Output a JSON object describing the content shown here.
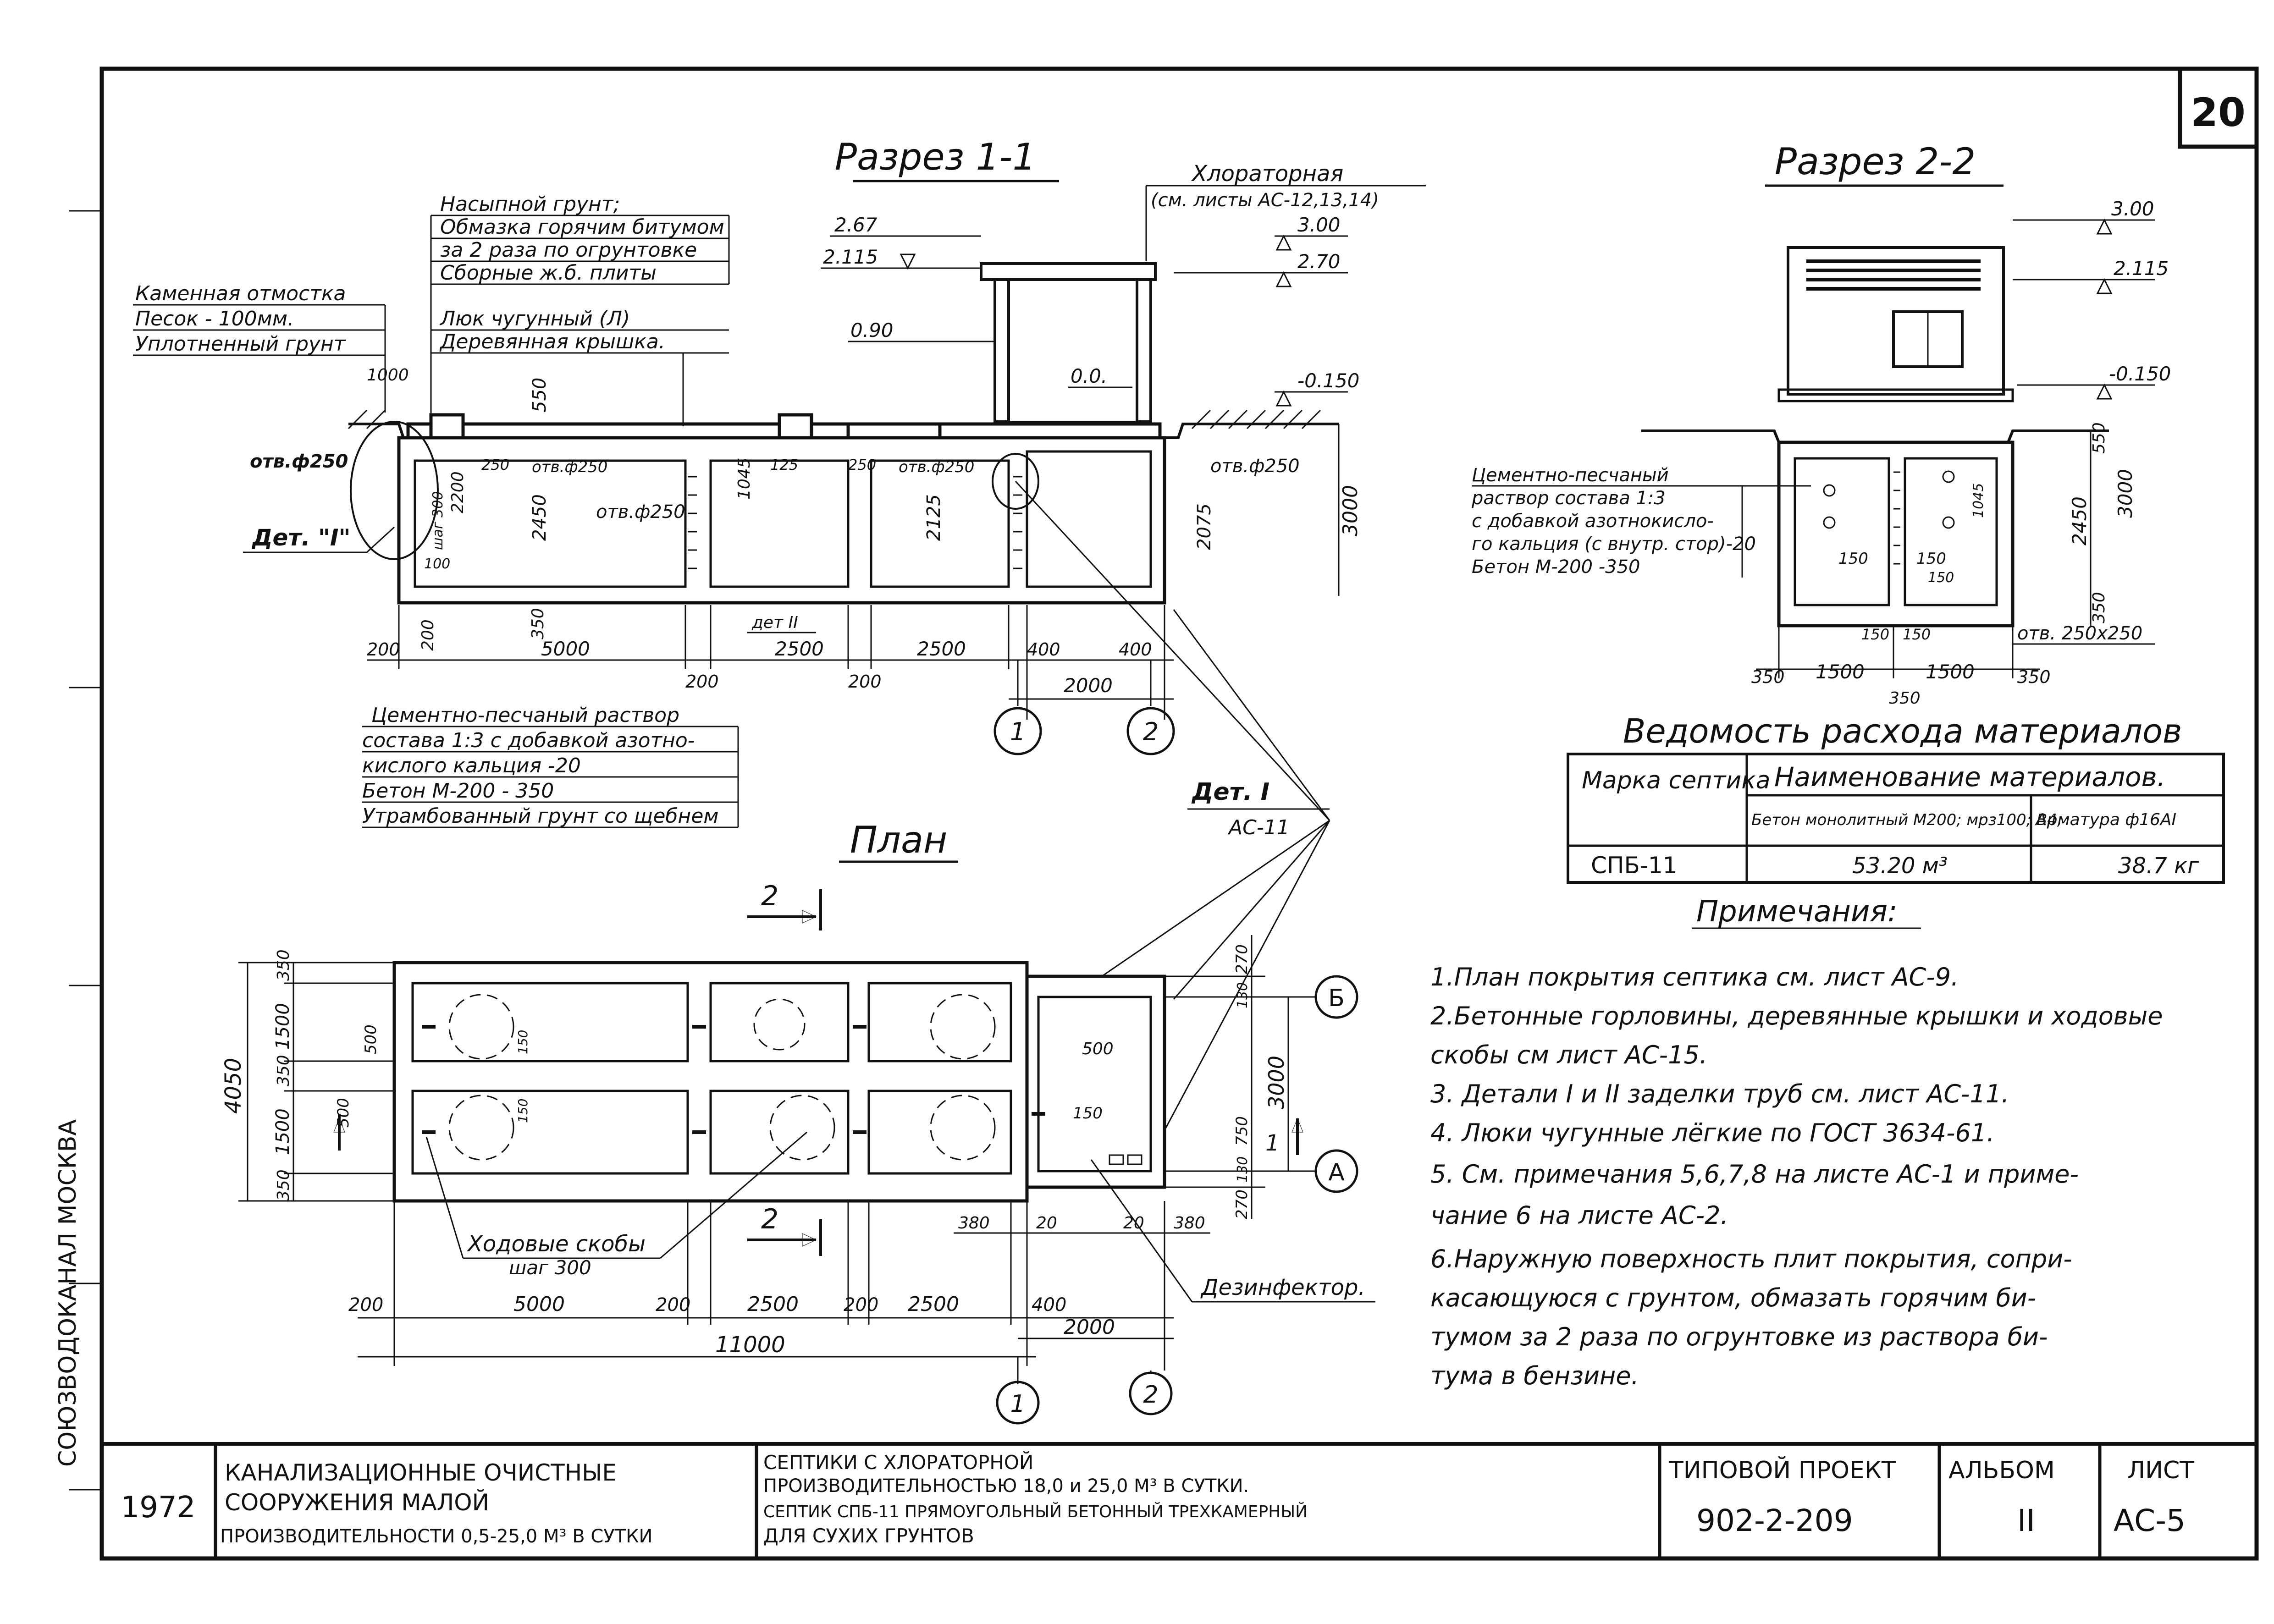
{
  "sheet_number": "20",
  "section_1": {
    "title": "Разрез 1-1",
    "soil_notes": [
      "Насыпной грунт;",
      "Обмазка горячим битумом",
      "за 2 раза по огрунтовке",
      "Сборные ж.б. плиты",
      "Люк чугунный (Л)",
      "Деревянная крышка."
    ],
    "paving_notes": [
      "Каменная отмостка",
      "Песок - 100мм.",
      "Уплотненный грунт"
    ],
    "chlorinator": [
      "Хлораторная",
      "(см. листы АС-12,13,14)"
    ],
    "levels_left": [
      "2.67",
      "2.115",
      "0.90",
      "0.0."
    ],
    "levels_right": [
      "3.00",
      "2.70",
      "-0.150"
    ],
    "openings": [
      "отв.ф250",
      "отв.ф250",
      "отв.ф250",
      "отв.ф250",
      "отв.ф250"
    ],
    "dims_vertical": [
      "550",
      "2200",
      "2450",
      "1045",
      "2125",
      "2075",
      "3000",
      "200",
      "350"
    ],
    "dims_small": [
      "1000",
      "250",
      "125",
      "250",
      "шаг 300",
      "100"
    ],
    "detail_label": "Дет. \"I\"",
    "detail_2": "дет II",
    "dims_bottom": [
      "200",
      "5000",
      "200",
      "2500",
      "200",
      "2500",
      "400",
      "400",
      "2000"
    ],
    "axes": [
      "1",
      "2"
    ],
    "mortar_notes": [
      "Цементно-песчаный раствор",
      "состава 1:3 с добавкой азотно-",
      "кислого кальция -20",
      "Бетон М-200 - 350",
      "Утрамбованный грунт со щебнем"
    ]
  },
  "section_2": {
    "title": "Разрез 2-2",
    "levels": [
      "3.00",
      "2.115",
      "-0.150"
    ],
    "mortar_notes": [
      "Цементно-песчаный",
      "раствор состава 1:3",
      "с добавкой азотнокисло-",
      "го кальция (с внутр. стор)-20",
      "Бетон М-200 -350"
    ],
    "dims_vertical": [
      "550",
      "2450",
      "3000",
      "350"
    ],
    "dims_inner": [
      "150",
      "150",
      "1045",
      "150"
    ],
    "dims_bottom": [
      "350",
      "1500",
      "1500",
      "350",
      "350",
      "150",
      "150"
    ],
    "opening": "отв. 250х250"
  },
  "plan": {
    "title": "План",
    "detail_ref": [
      "Дет. I",
      "АС-11"
    ],
    "section_mark": "2",
    "dims_left": [
      "350",
      "1500",
      "350",
      "1500",
      "350",
      "4050",
      "500",
      "500"
    ],
    "dims_inner": [
      "150",
      "150",
      "500",
      "150"
    ],
    "dims_right": [
      "270",
      "130",
      "3000",
      "750",
      "130",
      "270"
    ],
    "axes_right": [
      "Б",
      "А"
    ],
    "section_arrow": "1",
    "ladder_label": [
      "Ходовые скобы",
      "шаг 300"
    ],
    "disinfector_label": "Дезинфектор.",
    "dims_bottom": [
      "200",
      "5000",
      "200",
      "2500",
      "200",
      "2500",
      "400",
      "2000",
      "11000",
      "380",
      "20",
      "20",
      "380"
    ],
    "axes": [
      "1",
      "2"
    ]
  },
  "materials": {
    "title": "Ведомость расхода материалов",
    "col_mark": "Марка септика",
    "col_names": "Наименование материалов.",
    "col_concrete": "Бетон монолитный М200; мрз100; В4;",
    "col_rebar": "Арматура ф16АI",
    "row": {
      "mark": "СПБ-11",
      "concrete": "53.20 м³",
      "rebar": "38.7 кг"
    }
  },
  "notes": {
    "title": "Примечания:",
    "items": [
      "1.План покрытия септика см. лист АС-9.",
      "2.Бетонные горловины, деревянные крышки и ходовые",
      "скобы см лист АС-15.",
      "3. Детали I и II заделки труб см. лист АС-11.",
      "4. Люки чугунные лёгкие по ГОСТ 3634-61.",
      "5. См. примечания 5,6,7,8 на листе АС-1 и приме-",
      "чание 6 на листе АС-2.",
      "6.Наружную поверхность плит покрытия, сопри-",
      "касающуюся с грунтом, обмазать горячим би-",
      "тумом за 2 раза по огрунтовке из раствора би-",
      "тума в бензине."
    ]
  },
  "title_block": {
    "year": "1972",
    "subject": [
      "КАНАЛИЗАЦИОННЫЕ ОЧИСТНЫЕ",
      "СООРУЖЕНИЯ МАЛОЙ",
      "ПРОИЗВОДИТЕЛЬНОСТИ 0,5-25,0 М³ В СУТКИ"
    ],
    "drawing": [
      "СЕПТИКИ С ХЛОРАТОРНОЙ",
      "ПРОИЗВОДИТЕЛЬНОСТЬЮ 18,0 и 25,0 М³ В СУТКИ.",
      "СЕПТИК СПБ-11 ПРЯМОУГОЛЬНЫЙ БЕТОННЫЙ ТРЕХКАМЕРНЫЙ",
      "ДЛЯ СУХИХ ГРУНТОВ"
    ],
    "project_label": "ТИПОВОЙ ПРОЕКТ",
    "project_no": "902-2-209",
    "album_label": "АЛЬБОМ",
    "album_no": "II",
    "sheet_label": "ЛИСТ",
    "sheet_code": "АС-5"
  },
  "side_stamp": "СОЮЗВОДОКАНАЛ МОСКВА"
}
